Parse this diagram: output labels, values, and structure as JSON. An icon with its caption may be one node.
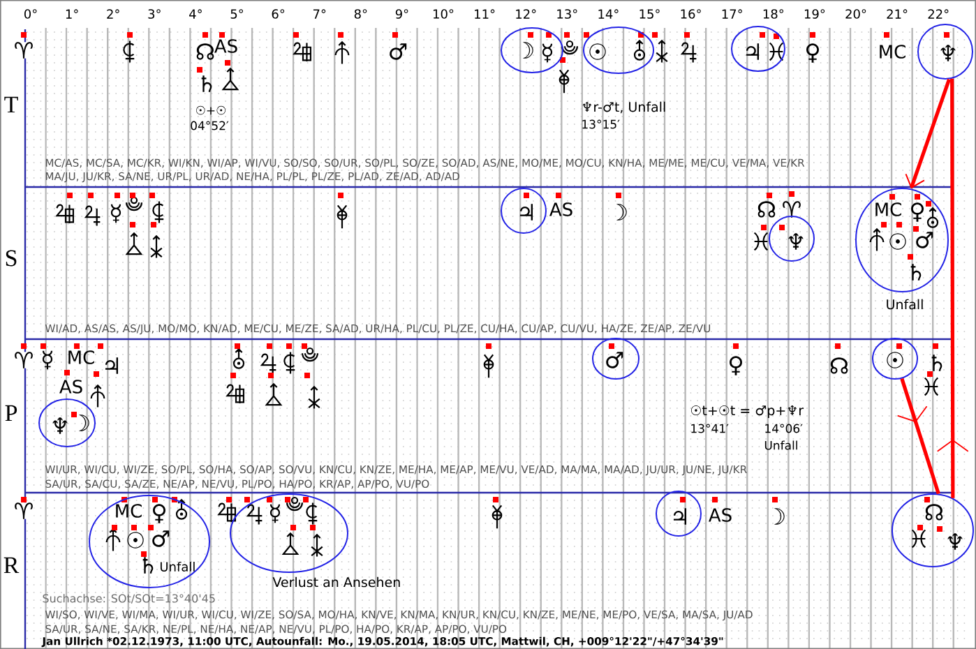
{
  "diagram": {
    "nodes": [
      {
        "text": [
          "☽",
          "☿"
        ]
      },
      {
        "text": [
          "☉"
        ]
      },
      {
        "text": [
          "♃"
        ]
      },
      {
        "text": [
          "♆"
        ]
      },
      {
        "text": [
          "♃"
        ]
      },
      {
        "text": [
          "♆"
        ]
      },
      {
        "text": [
          "MC",
          "♀",
          "☉",
          "♂",
          "♄"
        ],
        "beside": [
          "Unfall"
        ]
      },
      {
        "text": [
          "♆",
          "☽"
        ]
      },
      {
        "text": [
          "♂"
        ]
      },
      {
        "text": [
          "☉"
        ]
      },
      {
        "text": [
          "MC",
          "♀",
          "☉",
          "♂",
          "♄",
          "Unfall"
        ]
      },
      {
        "text": [
          "☿"
        ],
        "beside": [
          "Verlust an Ansehen"
        ]
      },
      {
        "text": [
          "♃"
        ]
      },
      {
        "text": [
          "☊",
          "♆"
        ]
      }
    ],
    "edges": [
      {
        "from": 3,
        "to": 6,
        "arrow": "to"
      },
      {
        "from": 9,
        "to": 13,
        "arrow": "to"
      },
      {
        "from": 13,
        "to": 3,
        "arrow": "to"
      }
    ],
    "labels": [
      "0°",
      "1°",
      "2°",
      "3°",
      "4°",
      "5°",
      "6°",
      "7°",
      "8°",
      "9°",
      "10°",
      "11°",
      "12°",
      "13°",
      "14°",
      "15°",
      "16°",
      "17°",
      "18°",
      "19°",
      "20°",
      "21°",
      "22°",
      "♈",
      "☊",
      "AS",
      "♂",
      "♀",
      "MC",
      "♄",
      "T",
      "☉+☉",
      "04°52′",
      "♆r-♂t, Unfall",
      "13°15′",
      "MC/AS, MC/SA, MC/KR, WI/KN, WI/AP, WI/VU, SO/SO, SO/UR, SO/PL, SO/ZE, SO/AD, AS/NE, MO/ME, MO/CU, KN/HA, ME/ME, ME/CU, VE/MA, VE/KR",
      "MA/JU, JU/KR, SA/NE, UR/PL, UR/AD, NE/HA, PL/PL, PL/ZE, PL/AD, ZE/AD, AD/AD",
      "☿",
      "AS",
      "☽",
      "☊",
      "♈",
      "S",
      "WI/AD, AS/AS, AS/JU, MO/MO, KN/AD, ME/CU, ME/ZE, SA/AD, UR/HA, PL/CU, PL/ZE, CU/HA, CU/AP, CU/VU, HA/ZE, ZE/AP, ZE/VU",
      "♈",
      "☿",
      "MC",
      "♃",
      "♀",
      "☊",
      "♄",
      "AS",
      "P",
      "☉t+☉t = ♂p+♆r",
      "13°41′",
      "14°06′",
      "Unfall",
      "WI/UR, WI/CU, WI/ZE, SO/PL, SO/HA, SO/AP, SO/VU, KN/CU, KN/ZE, ME/HA, ME/AP, ME/VU, VE/AD, MA/MA, MA/AD, JU/UR, JU/NE, JU/KR",
      "SA/UR, SA/CU, SA/ZE, NE/AP, NE/VU, PL/PO, HA/PO, KR/AP, AP/PO, VU/PO",
      "♈",
      "AS",
      "☽",
      "R",
      "Suchachse: SOt/SOt=13°40'45",
      "WI/SO, WI/VE, WI/MA, WI/UR, WI/CU, WI/ZE, SO/SA, MO/HA, KN/VE, KN/MA, KN/UR, KN/CU, KN/ZE, ME/NE, ME/PO, VE/SA, MA/SA, JU/AD",
      "SA/UR, SA/NE, SA/KR, NE/PL, NE/HA, NE/AP, NE/VU, PL/PO, HA/PO, KR/AP, AP/PO, VU/PO",
      "Jan Ullrich *02.12.1973, 11:00 UTC, Autounfall: Mo., 19.05.2014, 18:05 UTC, Mattwil, CH, +009°12'22\"/+47°34'39\""
    ]
  }
}
